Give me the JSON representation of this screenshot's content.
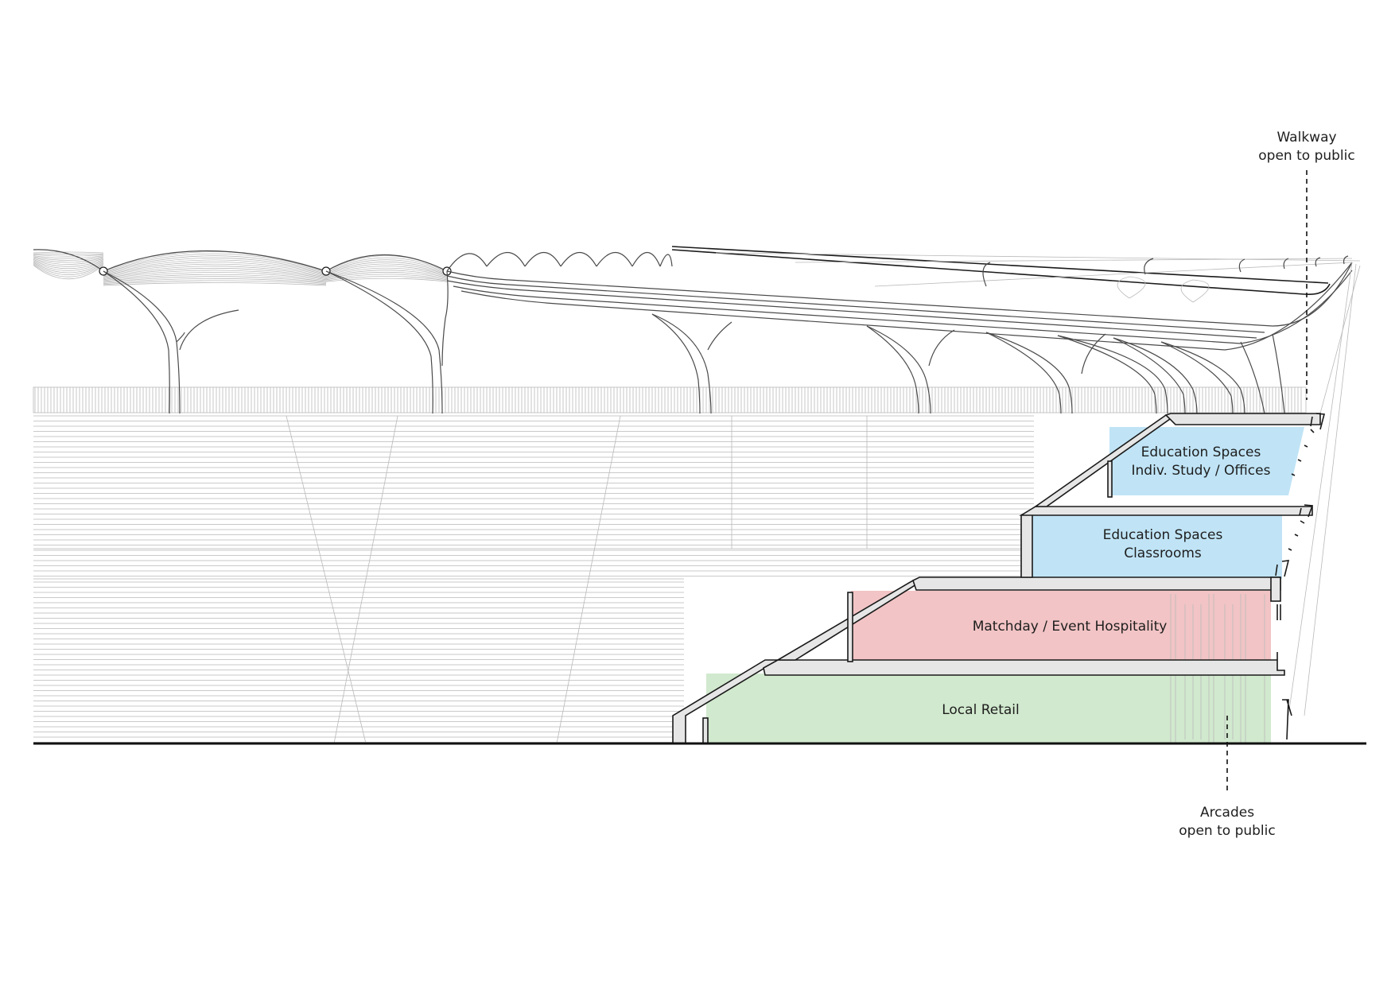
{
  "annotations": {
    "walkway": {
      "line1": "Walkway",
      "line2": "open to public"
    },
    "arcades": {
      "line1": "Arcades",
      "line2": "open to public"
    }
  },
  "spaces": {
    "education_offices": {
      "line1": "Education Spaces",
      "line2": "Indiv. Study / Offices",
      "fill": "#c0e4f6"
    },
    "education_classrooms": {
      "line1": "Education Spaces",
      "line2": "Classrooms",
      "fill": "#c0e4f6"
    },
    "hospitality": {
      "label": "Matchday / Event Hospitality",
      "fill": "#f2c4c5"
    },
    "retail": {
      "label": "Local Retail",
      "fill": "#d1e9ce"
    }
  },
  "colors": {
    "linework": "#1a1a1a",
    "background_linework": "#b9b9b9",
    "slab_fill": "#e6e6e6"
  }
}
